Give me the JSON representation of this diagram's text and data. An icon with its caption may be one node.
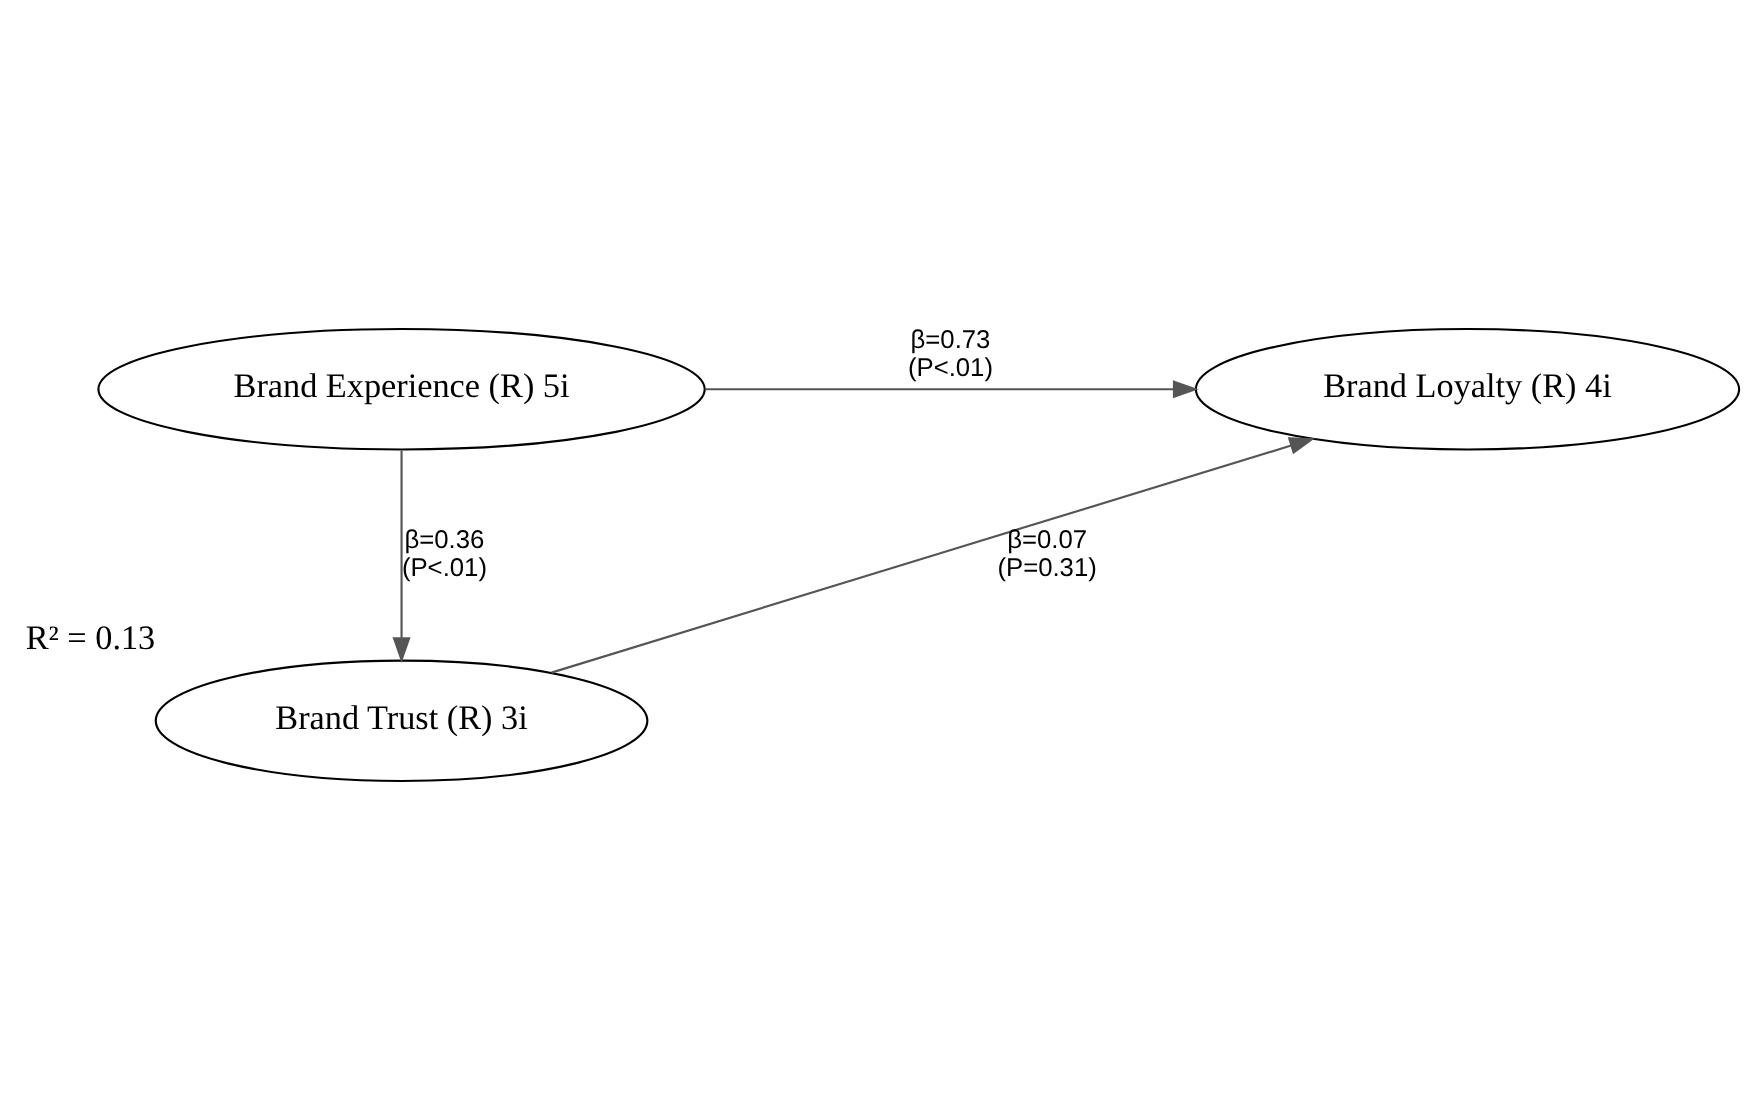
{
  "diagram": {
    "nodes": [
      {
        "text": [
          "Brand Experience (R) 5i"
        ]
      },
      {
        "text": [
          "Brand Loyalty (R) 4i"
        ]
      },
      {
        "text": [
          "Brand Trust (R) 3i"
        ],
        "beside": [
          "R² = 0.13"
        ]
      }
    ],
    "edges": [
      {
        "from": 0,
        "to": 1,
        "arrow": "to",
        "label": "β=0.73 (P<.01)"
      },
      {
        "from": 0,
        "to": 2,
        "arrow": "to",
        "label": "β=0.36 (P<.01)"
      },
      {
        "from": 2,
        "to": 1,
        "arrow": "to",
        "label": "β=0.07 (P=0.31)"
      }
    ]
  }
}
